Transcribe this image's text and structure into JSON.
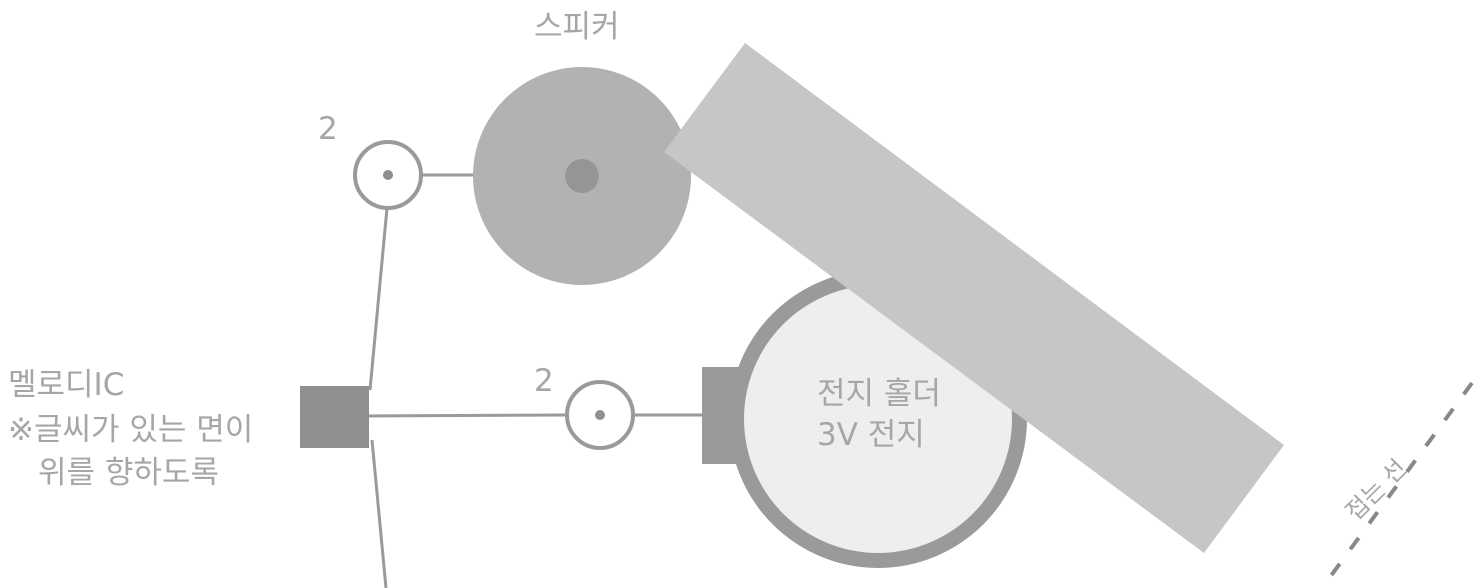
{
  "labels": {
    "speaker": "스피커",
    "count_top": "2",
    "count_mid": "2",
    "melody_line1": "멜로디IC",
    "melody_line2": "※글씨가 있는 면이",
    "melody_line3": "위를 향하도록",
    "battery_line1": "전지 홀더",
    "battery_line2": "3V 전지",
    "fold_line": "접는 선"
  },
  "colors": {
    "speaker_body": "#b3b2b3",
    "speaker_center": "#959595",
    "holder_ring": "#9a9a9a",
    "battery_face": "#eeeeee",
    "chip": "#8f8f8f",
    "wire": "#9a9a9a",
    "strip": "#c6c6c6",
    "text": "#a6a6a6"
  }
}
